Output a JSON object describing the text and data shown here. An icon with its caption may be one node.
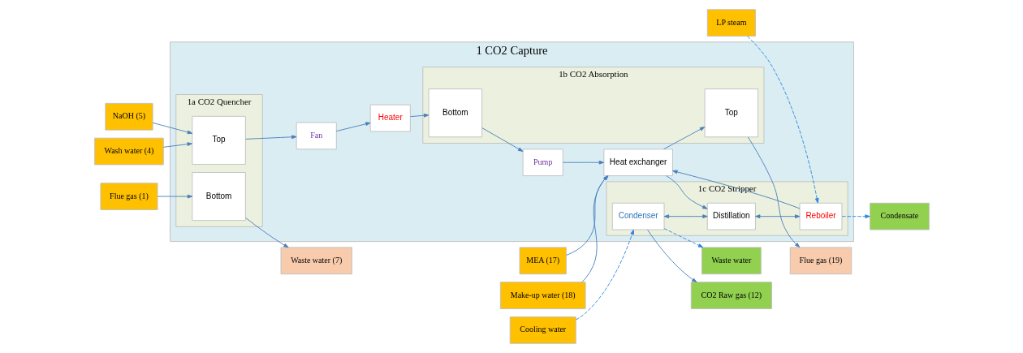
{
  "diagram": {
    "nodes": [
      {
        "text": [
          "Flue gas (19)"
        ]
      },
      {
        "text": [
          "NaOH (5)"
        ]
      },
      {
        "text": [
          "Wash water (4)"
        ]
      },
      {
        "text": [
          "Flue gas (1)"
        ]
      },
      {
        "text": [
          "Waste water (7)"
        ]
      },
      {
        "text": [
          "MEA (17)"
        ]
      },
      {
        "text": [
          "Make-up water (18)"
        ]
      },
      {
        "text": [
          "1 CO2 Capture"
        ]
      },
      {
        "text": [
          "1a CO2 Quencher"
        ],
        "in": 7
      },
      {
        "text": [
          "Top"
        ],
        "in": 8
      },
      {
        "text": [
          "Bottom"
        ],
        "in": 8
      },
      {
        "text": [
          "Fan"
        ],
        "in": 7
      },
      {
        "text": [
          "Heater"
        ],
        "in": 7
      },
      {
        "text": [
          "1b CO2 Absorption"
        ],
        "in": 7
      },
      {
        "text": [
          "Top"
        ],
        "in": 13
      },
      {
        "text": [
          "Bottom"
        ],
        "in": 13
      },
      {
        "text": [
          "Pump"
        ],
        "in": 7
      },
      {
        "text": [
          "Heat exchanger"
        ],
        "in": 7
      },
      {
        "text": [
          "1c CO2 Stripper"
        ],
        "in": 7
      },
      {
        "text": [
          "Condenser"
        ],
        "in": 18
      },
      {
        "text": [
          "Distillation"
        ],
        "in": 18
      },
      {
        "text": [
          "Reboiler"
        ],
        "in": 18
      },
      {
        "text": [
          "Cooling water"
        ]
      },
      {
        "text": [
          "Waste water"
        ]
      },
      {
        "text": [
          "CO2 Raw gas (12)"
        ]
      },
      {
        "text": [
          "LP steam"
        ]
      },
      {
        "text": [
          "Condensate"
        ]
      }
    ],
    "edges": [
      {
        "from": 14,
        "to": 0,
        "arrow": "to"
      },
      {
        "from": 1,
        "to": 9,
        "arrow": "to"
      },
      {
        "from": 2,
        "to": 9,
        "arrow": "to"
      },
      {
        "from": 3,
        "to": 10,
        "arrow": "to"
      },
      {
        "from": 10,
        "to": 4,
        "arrow": "to"
      },
      {
        "from": 9,
        "to": 11,
        "arrow": "to"
      },
      {
        "from": 11,
        "to": 12,
        "arrow": "to"
      },
      {
        "from": 12,
        "to": 15,
        "arrow": "to"
      },
      {
        "from": 15,
        "to": 16,
        "arrow": "to"
      },
      {
        "from": 16,
        "to": 17,
        "arrow": "to"
      },
      {
        "from": 17,
        "to": 14,
        "arrow": "to"
      },
      {
        "from": 17,
        "to": 20,
        "arrow": "to"
      },
      {
        "from": 21,
        "to": 17,
        "arrow": "to"
      },
      {
        "from": 5,
        "to": 17,
        "arrow": "to"
      },
      {
        "from": 6,
        "to": 17,
        "arrow": "to"
      },
      {
        "from": 22,
        "to": 19,
        "arrow": "to",
        "style": "dashed",
        "color": "#2e86de"
      },
      {
        "from": 19,
        "to": 23,
        "arrow": "to",
        "style": "dashed",
        "color": "#2e86de"
      },
      {
        "from": 19,
        "to": 24,
        "arrow": "to"
      },
      {
        "from": 19,
        "to": 20,
        "arrow": "both"
      },
      {
        "from": 20,
        "to": 21,
        "arrow": "both"
      },
      {
        "from": 25,
        "to": 21,
        "arrow": "to",
        "style": "dashed",
        "color": "#2e86de"
      },
      {
        "from": 21,
        "to": 26,
        "arrow": "to",
        "style": "dashed",
        "color": "#2e86de"
      }
    ]
  }
}
